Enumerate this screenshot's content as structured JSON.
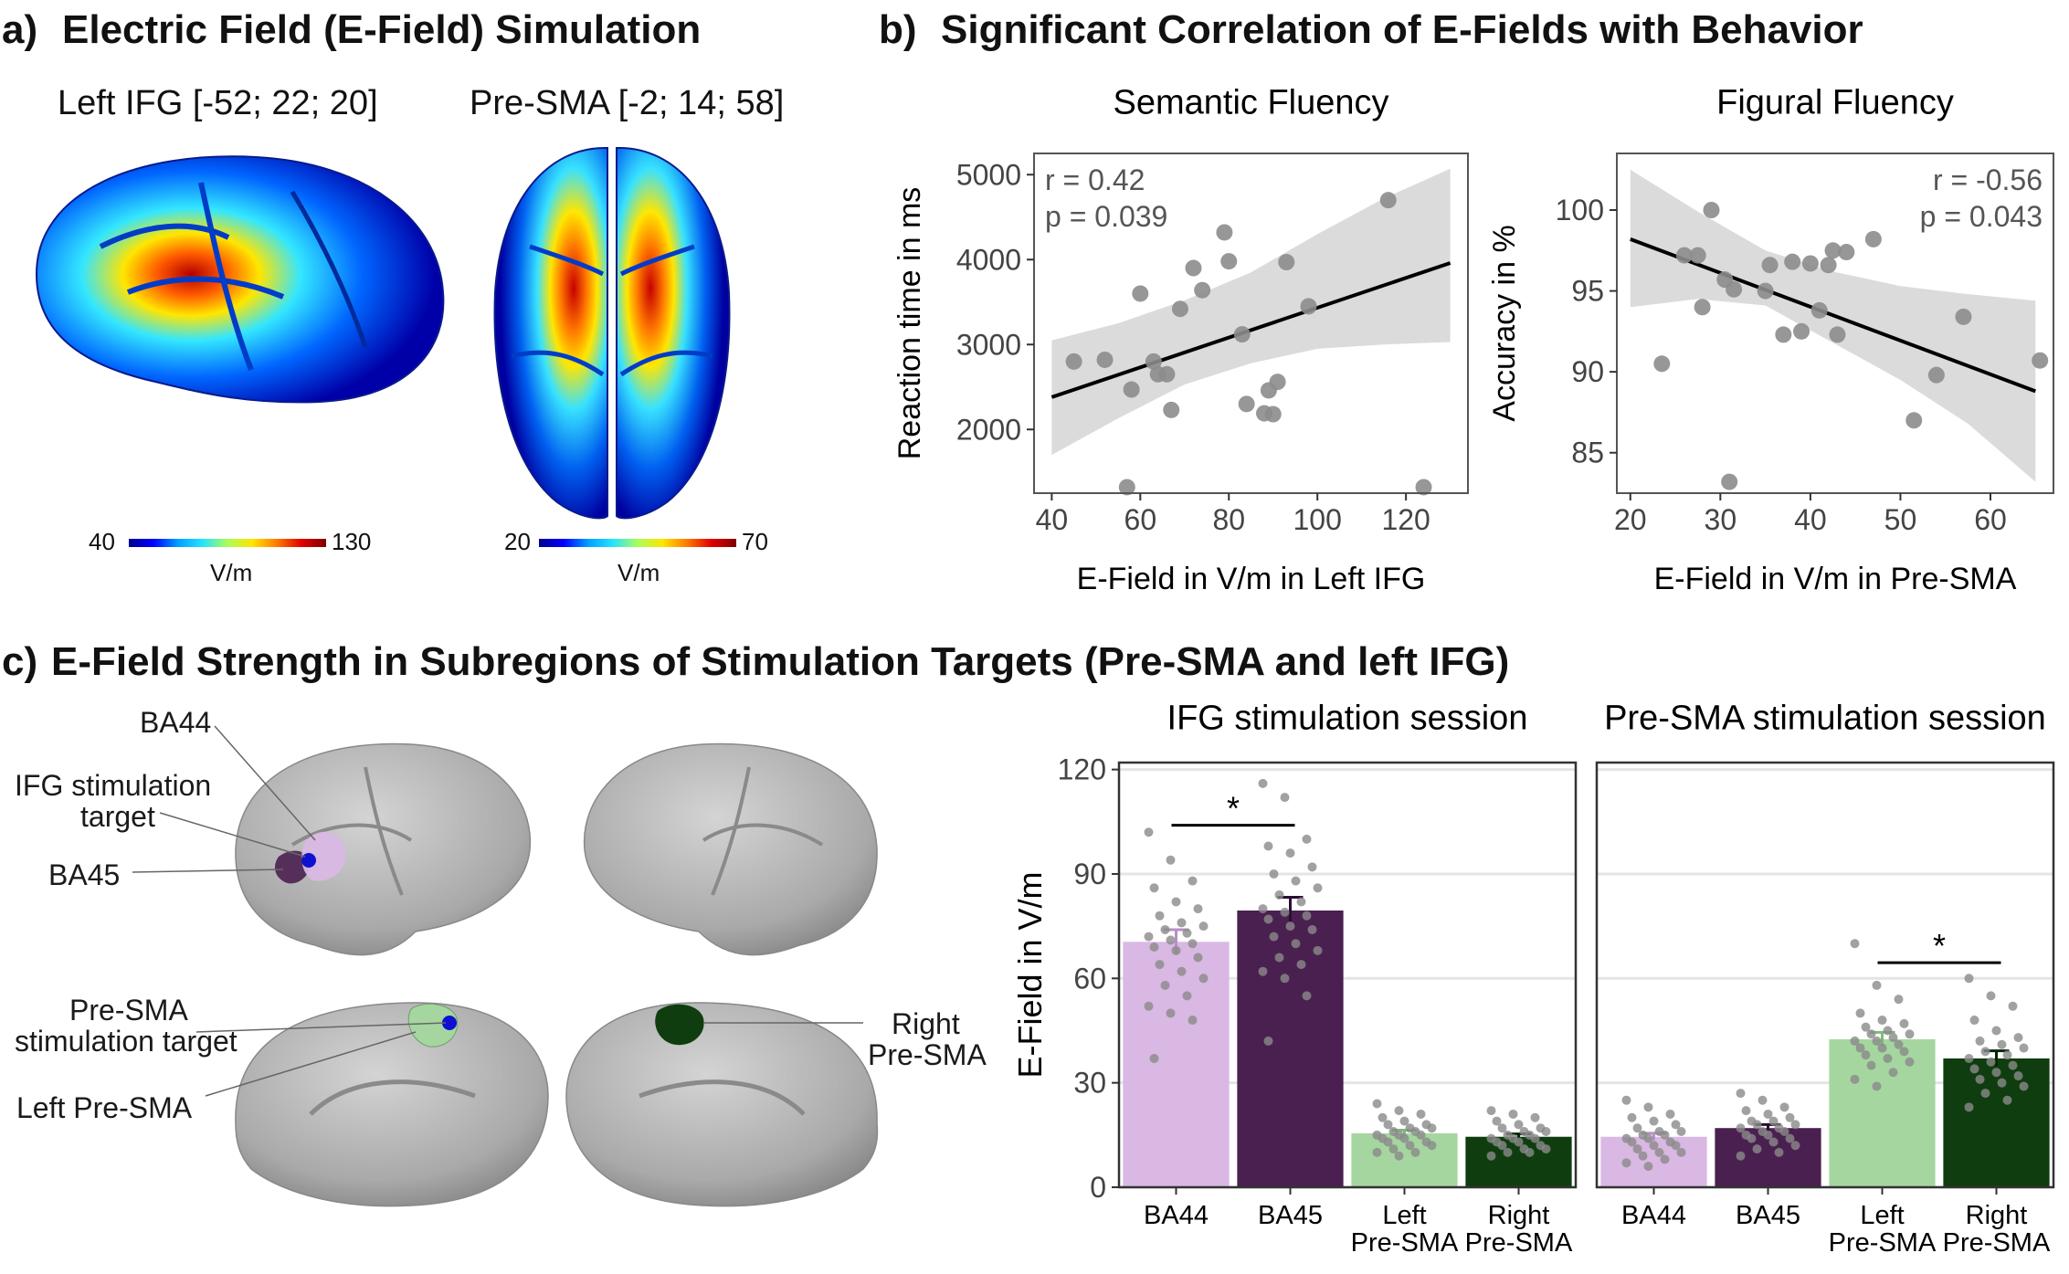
{
  "panel_a": {
    "label": "a)",
    "title": "Electric Field (E-Field) Simulation",
    "left_target": "Left IFG [-52; 22; 20]",
    "right_target": "Pre-SMA [-2; 14; 58]",
    "colorbar_left": {
      "min": "40",
      "max": "130",
      "unit": "V/m"
    },
    "colorbar_right": {
      "min": "20",
      "max": "70",
      "unit": "V/m"
    },
    "colormap": [
      "#00008f",
      "#0000ff",
      "#00a0ff",
      "#27e3ff",
      "#a8ff57",
      "#ffe600",
      "#ff7a00",
      "#e00000",
      "#800000"
    ]
  },
  "panel_b": {
    "label": "b)",
    "title": "Significant Correlation of E-Fields with Behavior"
  },
  "panel_c": {
    "label": "c)",
    "title": "E-Field Strength in Subregions of Stimulation Targets (Pre-SMA and left IFG)",
    "annotations": {
      "ba44": "BA44",
      "ifg_target_line1": "IFG stimulation",
      "ifg_target_line2": "target",
      "ba45": "BA45",
      "presma_target_line1": "Pre-SMA",
      "presma_target_line2": "stimulation target",
      "left_presma": "Left Pre-SMA",
      "right_presma_line1": "Right",
      "right_presma_line2": "Pre-SMA"
    },
    "region_colors": {
      "ba44": "#d9b8e3",
      "ba45": "#4a2050",
      "left_presma": "#a6d6a0",
      "right_presma": "#0f3d0f",
      "target": "#1010d0"
    }
  },
  "chart_data": [
    {
      "type": "scatter",
      "title": "Semantic Fluency",
      "xlabel": "E-Field in V/m in Left IFG",
      "ylabel": "Reaction time in ms",
      "xlim": [
        36,
        134
      ],
      "ylim": [
        1250,
        5250
      ],
      "xticks": [
        40,
        60,
        80,
        100,
        120
      ],
      "yticks": [
        2000,
        3000,
        4000,
        5000
      ],
      "annotation": [
        "r = 0.42",
        "p = 0.039"
      ],
      "x": [
        45,
        52,
        58,
        57,
        60,
        63,
        64,
        67,
        66,
        69,
        72,
        74,
        79,
        80,
        83,
        84,
        88,
        89,
        90,
        91,
        93,
        98,
        116,
        124
      ],
      "y": [
        2800,
        2820,
        2470,
        1320,
        3600,
        2800,
        2650,
        2230,
        2650,
        3420,
        3900,
        3640,
        4320,
        3980,
        3120,
        2300,
        2190,
        2460,
        2180,
        2560,
        3970,
        3450,
        4700,
        1320
      ],
      "regression": {
        "x": [
          40,
          130
        ],
        "y": [
          2380,
          3960
        ]
      },
      "ci_upper": [
        3050,
        3250,
        3520,
        3850,
        4300,
        4720,
        5070
      ],
      "ci_lower": [
        1700,
        2130,
        2530,
        2780,
        2950,
        3000,
        3030
      ],
      "ci_x": [
        40,
        55,
        70,
        85,
        100,
        115,
        130
      ]
    },
    {
      "type": "scatter",
      "title": "Figural Fluency",
      "xlabel": "E-Field in V/m in Pre-SMA",
      "ylabel": "Accuracy in %",
      "xlim": [
        18.5,
        67
      ],
      "ylim": [
        82.5,
        103.5
      ],
      "xticks": [
        20,
        30,
        40,
        50,
        60
      ],
      "yticks": [
        85,
        90,
        95,
        100
      ],
      "annotation": [
        "r = -0.56",
        "p = 0.043"
      ],
      "x": [
        23.5,
        26,
        27.5,
        28,
        29,
        30.5,
        31,
        31.5,
        35,
        35.5,
        37,
        38,
        39,
        40,
        41,
        42,
        42.5,
        43,
        44,
        47,
        51.5,
        54,
        57,
        65.5
      ],
      "y": [
        90.5,
        97.2,
        97.2,
        94,
        100,
        95.7,
        83.2,
        95.1,
        95,
        96.6,
        92.3,
        96.8,
        92.5,
        96.7,
        93.8,
        96.6,
        97.5,
        92.3,
        97.4,
        98.2,
        87,
        89.8,
        93.4,
        90.7
      ],
      "regression": {
        "x": [
          20,
          65
        ],
        "y": [
          98.2,
          88.8
        ]
      },
      "ci_upper": [
        102.5,
        99.9,
        97.5,
        96.2,
        95.3,
        94.8,
        94.4
      ],
      "ci_lower": [
        94,
        94.5,
        94.1,
        91.8,
        89.5,
        86.8,
        83.2
      ],
      "ci_x": [
        20,
        27.5,
        35,
        42.5,
        50,
        57.5,
        65
      ]
    },
    {
      "type": "bar",
      "title": "IFG stimulation session",
      "ylabel": "E-Field in V/m",
      "ylim": [
        0,
        122
      ],
      "yticks": [
        0,
        30,
        60,
        90,
        120
      ],
      "categories": [
        "BA44",
        "BA45",
        "Left Pre-SMA",
        "Right Pre-SMA"
      ],
      "category_lines": [
        [
          "BA44"
        ],
        [
          "BA45"
        ],
        [
          "Left",
          "Pre-SMA"
        ],
        [
          "Right",
          "Pre-SMA"
        ]
      ],
      "values": [
        70.5,
        79.5,
        15.5,
        14.5
      ],
      "errors": [
        3.5,
        3.8,
        0.9,
        0.8
      ],
      "colors": [
        "#d9b8e3",
        "#4a2050",
        "#a6d6a0",
        "#0f3d0f"
      ],
      "significance": {
        "between": [
          0,
          1
        ],
        "y": 104,
        "label": "*"
      },
      "points": [
        [
          102,
          94,
          88,
          86,
          82,
          80,
          78,
          76,
          75,
          74,
          73,
          72,
          71,
          70,
          69,
          68,
          66,
          64,
          62,
          60,
          58,
          55,
          52,
          50,
          48,
          37
        ],
        [
          116,
          112,
          100,
          98,
          96,
          92,
          90,
          88,
          86,
          84,
          82,
          80,
          79,
          78,
          77,
          75,
          74,
          72,
          70,
          68,
          66,
          64,
          62,
          60,
          55,
          42
        ],
        [
          24,
          22,
          21,
          20,
          19,
          18,
          18,
          17,
          17,
          16,
          16,
          15,
          15,
          15,
          14,
          14,
          13,
          13,
          12,
          12,
          11,
          10,
          10,
          9
        ],
        [
          22,
          21,
          20,
          19,
          18,
          17,
          17,
          16,
          16,
          15,
          15,
          14,
          14,
          14,
          13,
          13,
          12,
          12,
          11,
          11,
          10,
          10,
          9
        ]
      ]
    },
    {
      "type": "bar",
      "title": "Pre-SMA stimulation session",
      "ylim": [
        0,
        122
      ],
      "yticks": [
        0,
        30,
        60,
        90,
        120
      ],
      "categories": [
        "BA44",
        "BA45",
        "Left Pre-SMA",
        "Right Pre-SMA"
      ],
      "category_lines": [
        [
          "BA44"
        ],
        [
          "BA45"
        ],
        [
          "Left",
          "Pre-SMA"
        ],
        [
          "Right",
          "Pre-SMA"
        ]
      ],
      "values": [
        14.5,
        17,
        42.5,
        37
      ],
      "errors": [
        1,
        1,
        2,
        2.2
      ],
      "colors": [
        "#d9b8e3",
        "#4a2050",
        "#a6d6a0",
        "#0f3d0f"
      ],
      "significance": {
        "between": [
          2,
          3
        ],
        "y": 64.5,
        "label": "*"
      },
      "points": [
        [
          25,
          23,
          21,
          20,
          19,
          18,
          17,
          16,
          16,
          15,
          15,
          14,
          14,
          13,
          13,
          12,
          12,
          11,
          10,
          10,
          9,
          8,
          7,
          6
        ],
        [
          27,
          25,
          23,
          22,
          21,
          20,
          19,
          19,
          18,
          18,
          17,
          17,
          16,
          16,
          15,
          15,
          14,
          14,
          13,
          12,
          11,
          10,
          9
        ],
        [
          70,
          58,
          54,
          50,
          48,
          47,
          46,
          45,
          44,
          44,
          43,
          42,
          42,
          41,
          40,
          40,
          39,
          38,
          37,
          36,
          35,
          33,
          31,
          29
        ],
        [
          60,
          55,
          52,
          48,
          45,
          43,
          42,
          41,
          40,
          39,
          38,
          37,
          36,
          35,
          34,
          33,
          32,
          31,
          30,
          29,
          27,
          25,
          23
        ]
      ]
    }
  ]
}
